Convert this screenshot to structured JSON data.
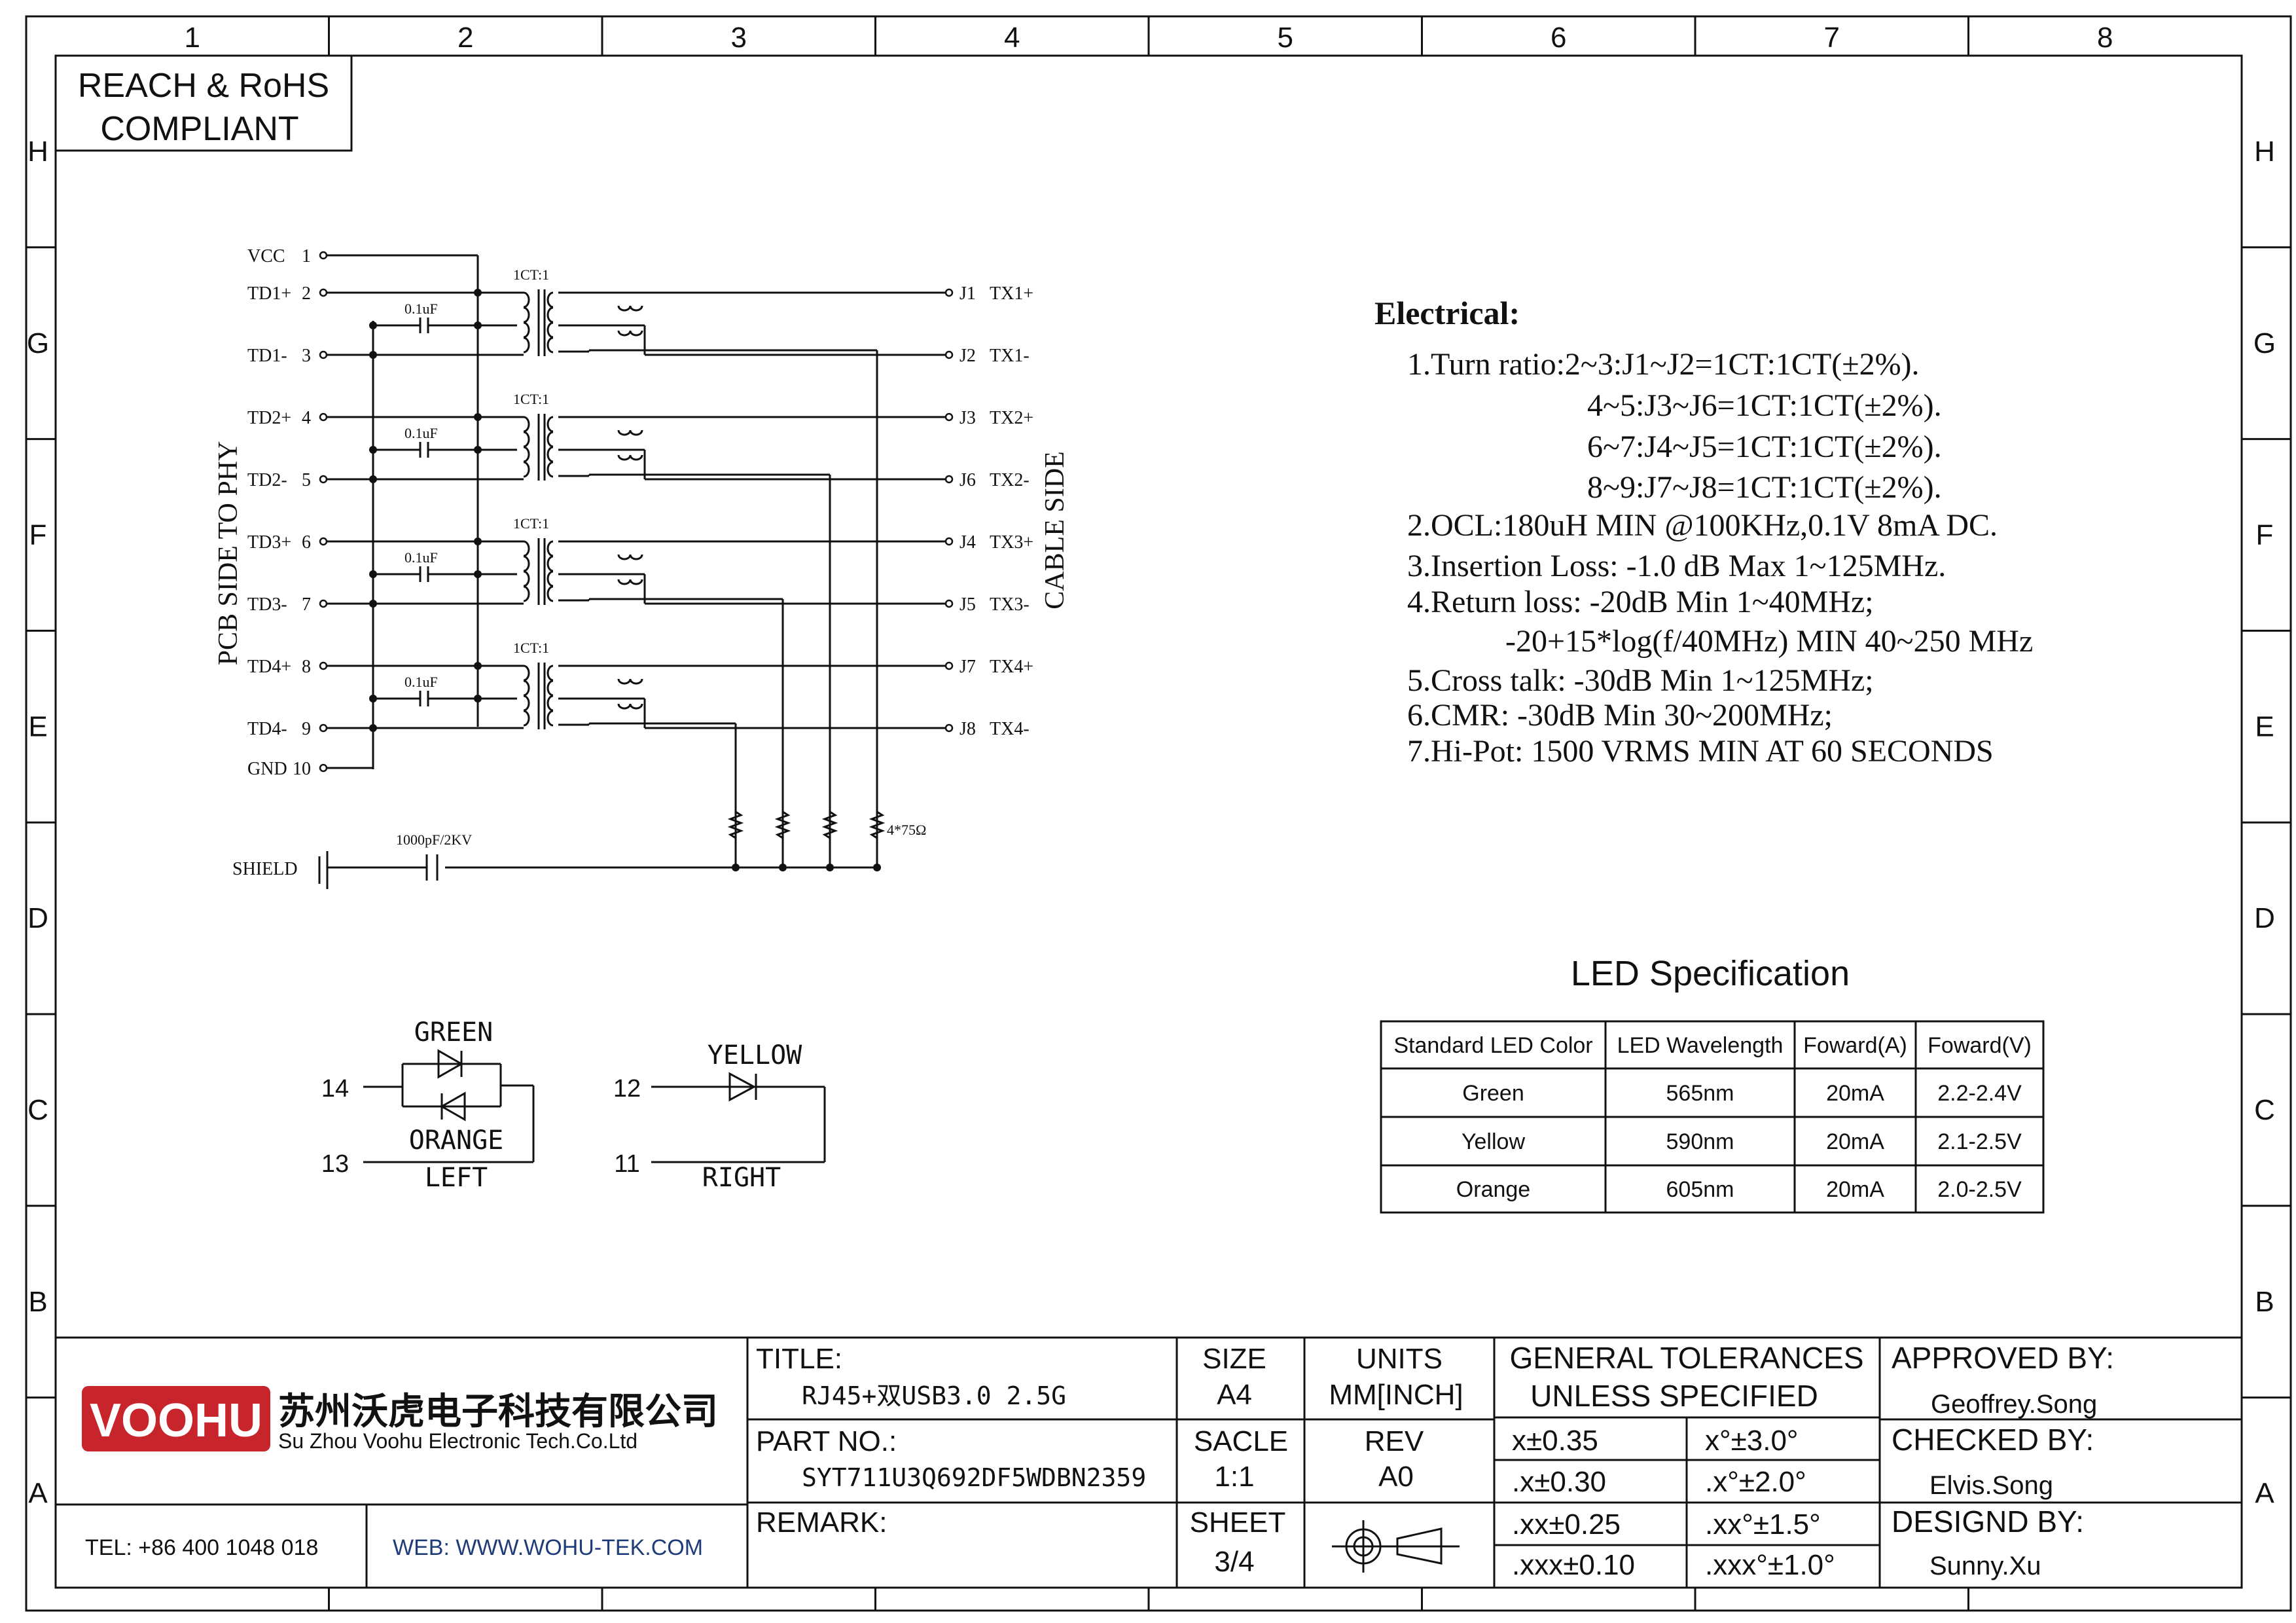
{
  "grid": {
    "columns": [
      "1",
      "2",
      "3",
      "4",
      "5",
      "6",
      "7",
      "8"
    ],
    "rows": [
      "H",
      "G",
      "F",
      "E",
      "D",
      "C",
      "B",
      "A"
    ]
  },
  "compliance": {
    "line1": "REACH & RoHS",
    "line2": "COMPLIANT"
  },
  "schematic": {
    "side_left": "PCB SIDE TO PHY",
    "side_right": "CABLE SIDE",
    "pins_left": [
      {
        "name": "VCC",
        "num": "1"
      },
      {
        "name": "TD1+",
        "num": "2"
      },
      {
        "name": "TD1-",
        "num": "3"
      },
      {
        "name": "TD2+",
        "num": "4"
      },
      {
        "name": "TD2-",
        "num": "5"
      },
      {
        "name": "TD3+",
        "num": "6"
      },
      {
        "name": "TD3-",
        "num": "7"
      },
      {
        "name": "TD4+",
        "num": "8"
      },
      {
        "name": "TD4-",
        "num": "9"
      },
      {
        "name": "GND",
        "num": "10"
      }
    ],
    "pins_right": [
      {
        "name": "J1",
        "sig": "TX1+"
      },
      {
        "name": "J2",
        "sig": "TX1-"
      },
      {
        "name": "J3",
        "sig": "TX2+"
      },
      {
        "name": "J6",
        "sig": "TX2-"
      },
      {
        "name": "J4",
        "sig": "TX3+"
      },
      {
        "name": "J5",
        "sig": "TX3-"
      },
      {
        "name": "J7",
        "sig": "TX4+"
      },
      {
        "name": "J8",
        "sig": "TX4-"
      }
    ],
    "transformer_label": "1CT:1",
    "cap_label": "0.1uF",
    "shield_label": "SHIELD",
    "shield_cap": "1000pF/2KV",
    "resistor_label": "4*75Ω"
  },
  "leds": {
    "left": {
      "top_color": "GREEN",
      "bottom_color": "ORANGE",
      "pin_top": "14",
      "pin_bottom": "13",
      "caption": "LEFT"
    },
    "right": {
      "color": "YELLOW",
      "pin_top": "12",
      "pin_bottom": "11",
      "caption": "RIGHT"
    }
  },
  "electrical": {
    "title": "Electrical:",
    "lines": [
      "1.Turn ratio:2~3:J1~J2=1CT:1CT(±2%).",
      "4~5:J3~J6=1CT:1CT(±2%).",
      "6~7:J4~J5=1CT:1CT(±2%).",
      "8~9:J7~J8=1CT:1CT(±2%).",
      "2.OCL:180uH MIN @100KHz,0.1V 8mA DC.",
      "3.Insertion Loss: -1.0 dB Max 1~125MHz.",
      "4.Return loss: -20dB Min 1~40MHz;",
      "-20+15*log(f/40MHz) MIN 40~250 MHz",
      "5.Cross talk: -30dB Min 1~125MHz;",
      "6.CMR: -30dB Min 30~200MHz;",
      "7.Hi-Pot: 1500 VRMS MIN AT 60 SECONDS"
    ]
  },
  "led_spec": {
    "title": "LED Specification",
    "headers": [
      "Standard LED Color",
      "LED Wavelength",
      "Foward(A)",
      "Foward(V)"
    ],
    "rows": [
      [
        "Green",
        "565nm",
        "20mA",
        "2.2-2.4V"
      ],
      [
        "Yellow",
        "590nm",
        "20mA",
        "2.1-2.5V"
      ],
      [
        "Orange",
        "605nm",
        "20mA",
        "2.0-2.5V"
      ]
    ]
  },
  "title_block": {
    "logo": "VOOHU",
    "company_cn": "苏州沃虎电子科技有限公司",
    "company_en": "Su Zhou Voohu Electronic Tech.Co.Ltd",
    "tel": "TEL: +86 400 1048 018",
    "web": "WEB: WWW.WOHU-TEK.COM",
    "title_label": "TITLE:",
    "title_value": "RJ45+双USB3.0 2.5G",
    "part_label": "PART NO.:",
    "part_value": "SYT711U3Q692DF5WDBN2359",
    "remark_label": "REMARK:",
    "size_label": "SIZE",
    "size_value": "A4",
    "units_label": "UNITS",
    "units_value": "MM[INCH]",
    "scale_label": "SACLE",
    "scale_value": "1:1",
    "rev_label": "REV",
    "rev_value": "A0",
    "sheet_label": "SHEET",
    "sheet_value": "3/4",
    "tol_title1": "GENERAL TOLERANCES",
    "tol_title2": "UNLESS SPECIFIED",
    "tolerances": [
      [
        "x±0.35",
        "x°±3.0°"
      ],
      [
        ".x±0.30",
        ".x°±2.0°"
      ],
      [
        ".xx±0.25",
        ".xx°±1.5°"
      ],
      [
        ".xxx±0.10",
        ".xxx°±1.0°"
      ]
    ],
    "approved_label": "APPROVED BY:",
    "approved_value": "Geoffrey.Song",
    "checked_label": "CHECKED BY:",
    "checked_value": "Elvis.Song",
    "designed_label": "DESIGND BY:",
    "designed_value": "Sunny.Xu"
  },
  "colors": {
    "logo_red": "#c8242c",
    "web_blue": "#1f3c7a",
    "line": "#111111"
  }
}
